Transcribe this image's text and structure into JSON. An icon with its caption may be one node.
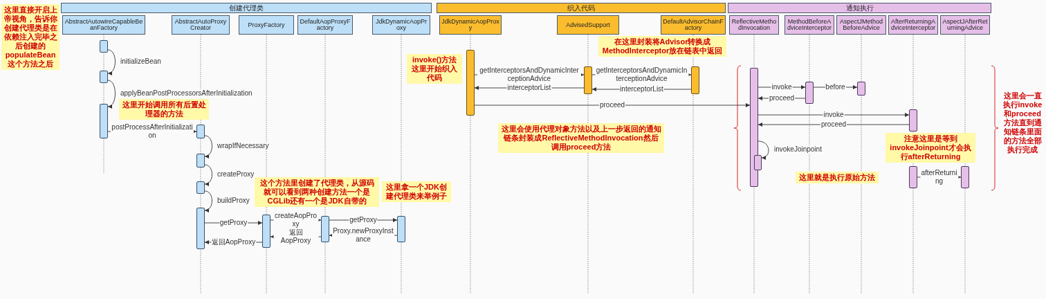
{
  "diagram": {
    "nodes": [
      {
        "text": [
          "创建代理类"
        ]
      },
      {
        "text": [
          "织入代码"
        ]
      },
      {
        "text": [
          "通知执行"
        ]
      },
      {
        "text": [
          "AbstractAutowireCapableBeanFactory"
        ]
      },
      {
        "text": [
          "AbstractAutoProxyCreator"
        ]
      },
      {
        "text": [
          "ProxyFactory"
        ]
      },
      {
        "text": [
          "DefaultAopProxyFactory"
        ]
      },
      {
        "text": [
          "JdkDynamicAopProxy"
        ]
      },
      {
        "text": [
          "JdkDynamicAopProxy"
        ]
      },
      {
        "text": [
          "AdvisedSupport"
        ]
      },
      {
        "text": [
          "DefaultAdvisorChainFactory"
        ]
      },
      {
        "text": [
          "ReflectiveMethodInvocation"
        ]
      },
      {
        "text": [
          "MethodBeforeAdviceInterceptor"
        ]
      },
      {
        "text": [
          "AspectJMethodBeforeAdvice"
        ]
      },
      {
        "text": [
          "AfterReturningAdviceInterceptor"
        ]
      },
      {
        "text": [
          "AspectJAfterReturningAdvice"
        ]
      },
      {
        "text": [
          "这里直接开启上帝视角，告诉你创建代理类是在依赖注入完毕之后创建的populateBean这个方法之后"
        ]
      },
      {
        "text": [
          "这里开始调用所有后置处理器的方法"
        ]
      },
      {
        "text": [
          "这个方法里创建了代理类，从源码就可以看到两种创建方法一个是CGLib还有一个是JDK自带的"
        ]
      },
      {
        "text": [
          "这里拿一个JDK创建代理类来举例子"
        ]
      },
      {
        "text": [
          "invoke()方法这里开始织入代码"
        ]
      },
      {
        "text": [
          "在这里封装将Advisor转换成MethodInterceptor放在链表中返回"
        ]
      },
      {
        "text": [
          "这里会使用代理对象方法以及上一步返回的通知链条封装成ReflectiveMethodInvocation然后调用proceed方法"
        ]
      },
      {
        "text": [
          "这里就是执行原始方法"
        ]
      },
      {
        "text": [
          "注意这里是等到invokeJoinpoint才会执行afterReturning"
        ]
      },
      {
        "text": [],
        "shape": "bar"
      },
      {
        "text": [],
        "shape": "bar"
      },
      {
        "text": [],
        "shape": "bar"
      },
      {
        "text": [],
        "shape": "bar"
      },
      {
        "text": [],
        "shape": "bar"
      },
      {
        "text": [],
        "shape": "bar"
      },
      {
        "text": [],
        "shape": "bar"
      },
      {
        "text": [],
        "shape": "bar"
      },
      {
        "text": [],
        "shape": "bar"
      },
      {
        "text": [],
        "shape": "bar"
      },
      {
        "text": [],
        "shape": "bar"
      },
      {
        "text": [],
        "shape": "bar"
      },
      {
        "text": [],
        "shape": "bar"
      },
      {
        "text": [],
        "shape": "bar"
      },
      {
        "text": [],
        "shape": "bar"
      },
      {
        "text": [],
        "shape": "bar"
      },
      {
        "text": [],
        "shape": "bar"
      },
      {
        "text": [],
        "shape": "bar"
      },
      {
        "text": [],
        "shape": "bar"
      },
      {
        "text": [],
        "shape": "bar"
      }
    ],
    "edges": [
      {
        "from": 25,
        "to": 26,
        "arrow": "to",
        "label": "initializeBean"
      },
      {
        "from": 26,
        "to": 27,
        "arrow": "to",
        "label": "applyBeanPostProcessorsAfterInitialization"
      },
      {
        "from": 27,
        "to": 28,
        "arrow": "to",
        "label": "postProcessAfterInitialization"
      },
      {
        "from": 28,
        "to": 29,
        "arrow": "to",
        "label": "wrapIfNecessary"
      },
      {
        "from": 29,
        "to": 30,
        "arrow": "to",
        "label": "createProxy"
      },
      {
        "from": 30,
        "to": 31,
        "arrow": "to",
        "label": "buildProxy"
      },
      {
        "from": 31,
        "to": 32,
        "arrow": "to",
        "label": "getProxy"
      },
      {
        "from": 32,
        "to": 33,
        "arrow": "to",
        "label": "createAopProxy"
      },
      {
        "from": 33,
        "to": 34,
        "arrow": "to",
        "label": "getProxy"
      },
      {
        "from": 34,
        "to": 33,
        "arrow": "to",
        "label": "Proxy.newProxyInstance"
      },
      {
        "from": 33,
        "to": 32,
        "arrow": "to",
        "label": "返回AopProxy"
      },
      {
        "from": 32,
        "to": 31,
        "arrow": "to",
        "label": "返回AopProxy"
      },
      {
        "from": 35,
        "to": 36,
        "arrow": "to",
        "label": "getInterceptorsAndDynamicInterceptionAdvice"
      },
      {
        "from": 36,
        "to": 37,
        "arrow": "to",
        "label": "getInterceptorsAndDynamicInterceptionAdvice"
      },
      {
        "from": 37,
        "to": 36,
        "arrow": "to",
        "label": "interceptorList"
      },
      {
        "from": 36,
        "to": 35,
        "arrow": "to",
        "label": "interceptorList"
      },
      {
        "from": 35,
        "to": 38,
        "arrow": "to",
        "label": "proceed"
      },
      {
        "from": 38,
        "to": 40,
        "arrow": "to",
        "label": "invoke"
      },
      {
        "from": 40,
        "to": 41,
        "arrow": "to",
        "label": "before"
      },
      {
        "from": 40,
        "to": 38,
        "arrow": "to",
        "label": "proceed"
      },
      {
        "from": 38,
        "to": 42,
        "arrow": "to",
        "label": "invoke"
      },
      {
        "from": 42,
        "to": 38,
        "arrow": "to",
        "label": "proceed"
      },
      {
        "from": 38,
        "to": 39,
        "arrow": "to",
        "label": "invokeJoinpoint"
      },
      {
        "from": 43,
        "to": 44,
        "arrow": "to",
        "label": "afterReturning"
      }
    ],
    "labels": [
      "这里会一直执行invoke和proceed方法直到通知链条里面的方法全部执行完成"
    ]
  }
}
